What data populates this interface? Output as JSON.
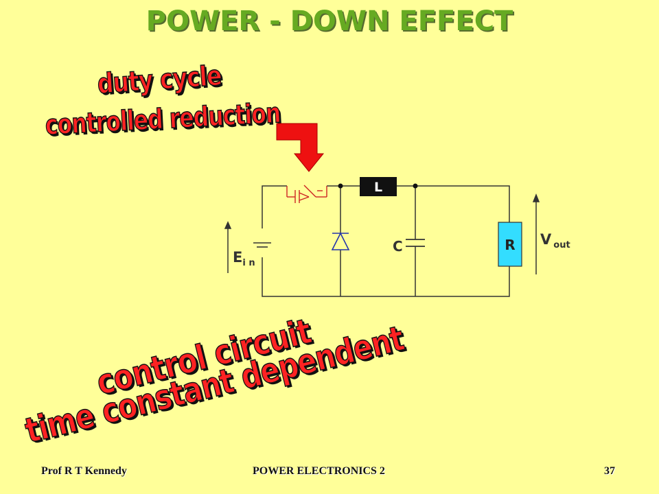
{
  "title": "POWER - DOWN   EFFECT",
  "callouts": {
    "top_line1": "duty cycle",
    "top_line2": "controlled reduction",
    "bottom_line1": "control circuit",
    "bottom_line2": "time constant dependent"
  },
  "circuit": {
    "inductor_label": "L",
    "capacitor_label": "C",
    "resistor_label": "R",
    "input_label": "E",
    "input_subscript": "i n",
    "output_label": "V",
    "output_subscript": "out"
  },
  "footer": {
    "author": "Prof R T Kennedy",
    "course": "POWER ELECTRONICS 2",
    "page": "37"
  },
  "colors": {
    "background": "#ffff99",
    "title": "#66aa22",
    "callout": "#ff2222",
    "arrow": "#ee1111",
    "wire": "#333333",
    "resistor_fill": "#33ddff",
    "switch": "#cc2222",
    "diode": "#2233aa"
  }
}
